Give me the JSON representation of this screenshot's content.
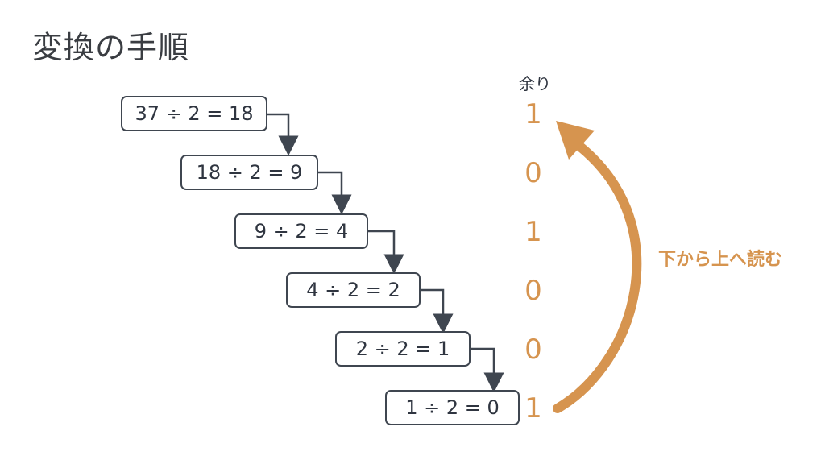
{
  "title": "変換の手順",
  "remainder_header": "余り",
  "steps": [
    "37 ÷ 2 = 18",
    "18 ÷ 2 = 9",
    "9 ÷ 2 = 4",
    "4 ÷ 2 = 2",
    "2 ÷ 2 = 1",
    "1 ÷ 2 = 0"
  ],
  "remainders": [
    "1",
    "0",
    "1",
    "0",
    "0",
    "1"
  ],
  "read_direction": "下から上へ読む",
  "colors": {
    "box_border": "#3f4650",
    "connector": "#3f4650",
    "accent": "#d6944f",
    "title_text": "#3a3d42"
  }
}
